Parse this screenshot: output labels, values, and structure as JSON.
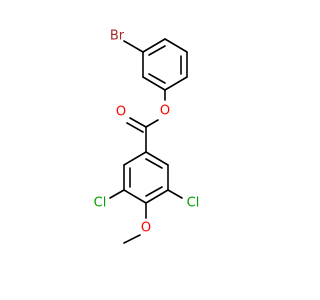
{
  "molecule": {
    "atoms": {
      "br": "Br",
      "o_ester": "O",
      "o_carbonyl": "O",
      "cl_left": "Cl",
      "cl_right": "Cl",
      "o_methoxy": "O"
    }
  },
  "colors": {
    "bromine": "#a52a2a",
    "oxygen": "#ff0000",
    "chlorine": "#00a000",
    "bond": "#000000",
    "background": "#ffffff"
  }
}
